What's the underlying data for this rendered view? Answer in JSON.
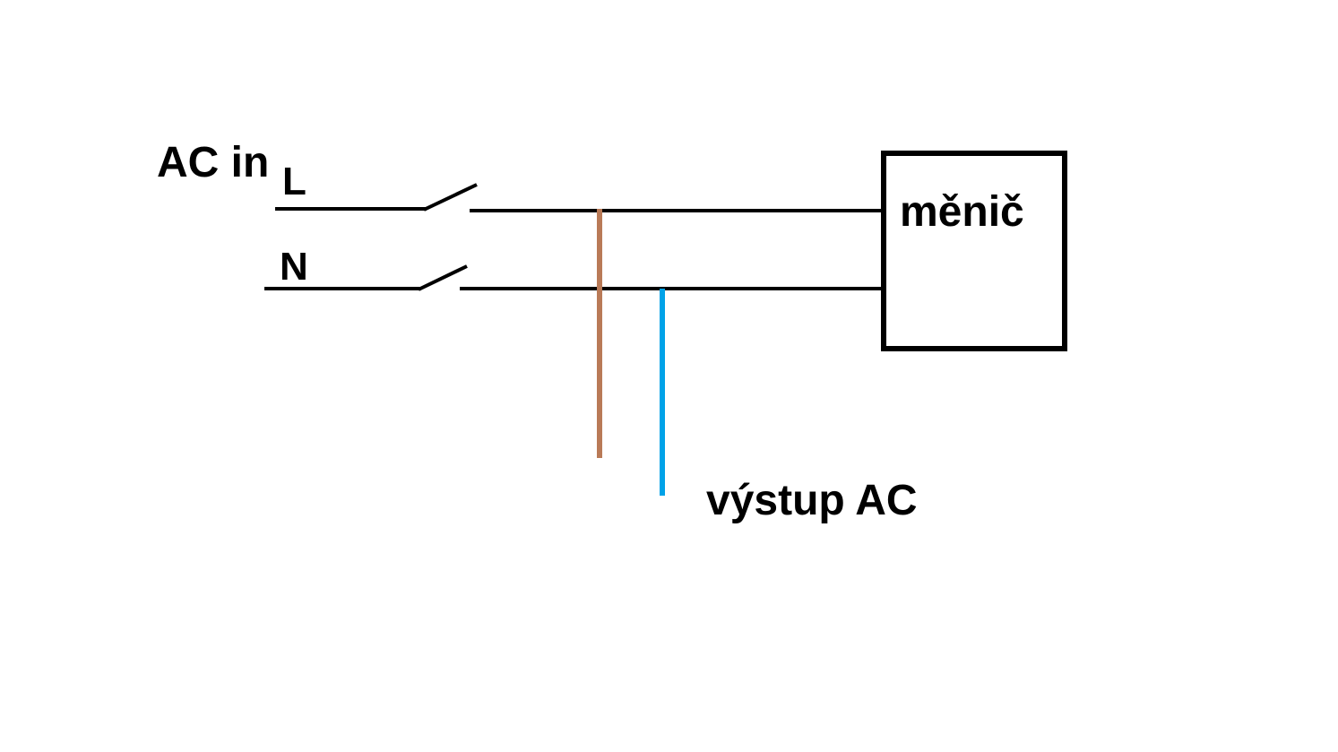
{
  "diagram": {
    "ac_in_label": "AC in",
    "l_label": "L",
    "n_label": "N",
    "box_label": "měnič",
    "output_label": "výstup AC",
    "colors": {
      "wire": "#000000",
      "live_tap": "#b97a57",
      "neutral_tap": "#00a2e8",
      "background": "#ffffff"
    }
  }
}
